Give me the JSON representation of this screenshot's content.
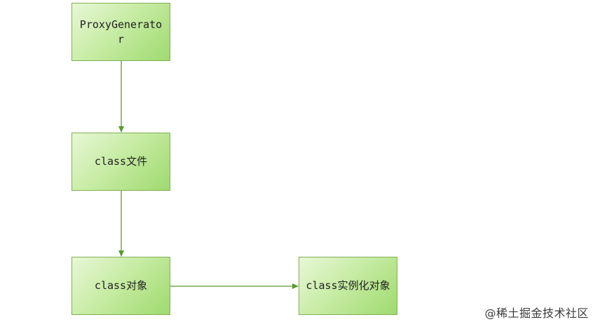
{
  "nodes": {
    "proxy_generator": "ProxyGenerator",
    "class_file": "class文件",
    "class_object": "class对象",
    "class_instance": "class实例化对象"
  },
  "watermark": "@稀土掘金技术社区",
  "colors": {
    "node_border": "#7fb055",
    "node_fill_light": "#e8f7d6",
    "node_fill_dark": "#9fda6f",
    "arrow": "#5a9a2e"
  }
}
